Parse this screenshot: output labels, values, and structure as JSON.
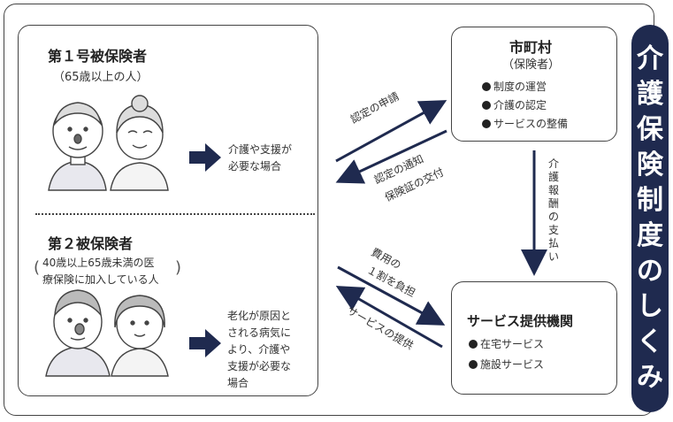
{
  "banner": {
    "chars": [
      "介",
      "護",
      "保",
      "険",
      "制",
      "度",
      "の",
      "し",
      "く",
      "み"
    ]
  },
  "insured_box": {
    "first": {
      "title": "第１号被保険者",
      "subtitle": "（65歳以上の人）",
      "desc": [
        "介護や支援が",
        "必要な場合"
      ]
    },
    "second": {
      "title": "第２被保険者",
      "subtitle_lines": [
        "40歳以上65歳未満の医",
        "療保険に加入している人"
      ],
      "desc": [
        "老化が原因と",
        "される病気に",
        "より、介護や",
        "支援が必要な",
        "場合"
      ]
    }
  },
  "city_box": {
    "title": "市町村",
    "subtitle": "（保険者）",
    "items": [
      "制度の運営",
      "介護の認定",
      "サービスの整備"
    ]
  },
  "provider_box": {
    "title": "サービス提供機関",
    "items": [
      "在宅サービス",
      "施設サービス"
    ]
  },
  "arrow_labels": {
    "apply": "認定の申請",
    "notify_line1": "認定の通知",
    "notify_line2": "保険証の交付",
    "fee_line1": "費用の",
    "fee_line2": "１割を負担",
    "service": "サービスの提供",
    "payment_vertical": [
      "介",
      "護",
      "報",
      "酬",
      "の",
      "支",
      "払",
      "い"
    ]
  },
  "colors": {
    "banner": "#1f2a4f",
    "arrow": "#1f2a4f"
  }
}
